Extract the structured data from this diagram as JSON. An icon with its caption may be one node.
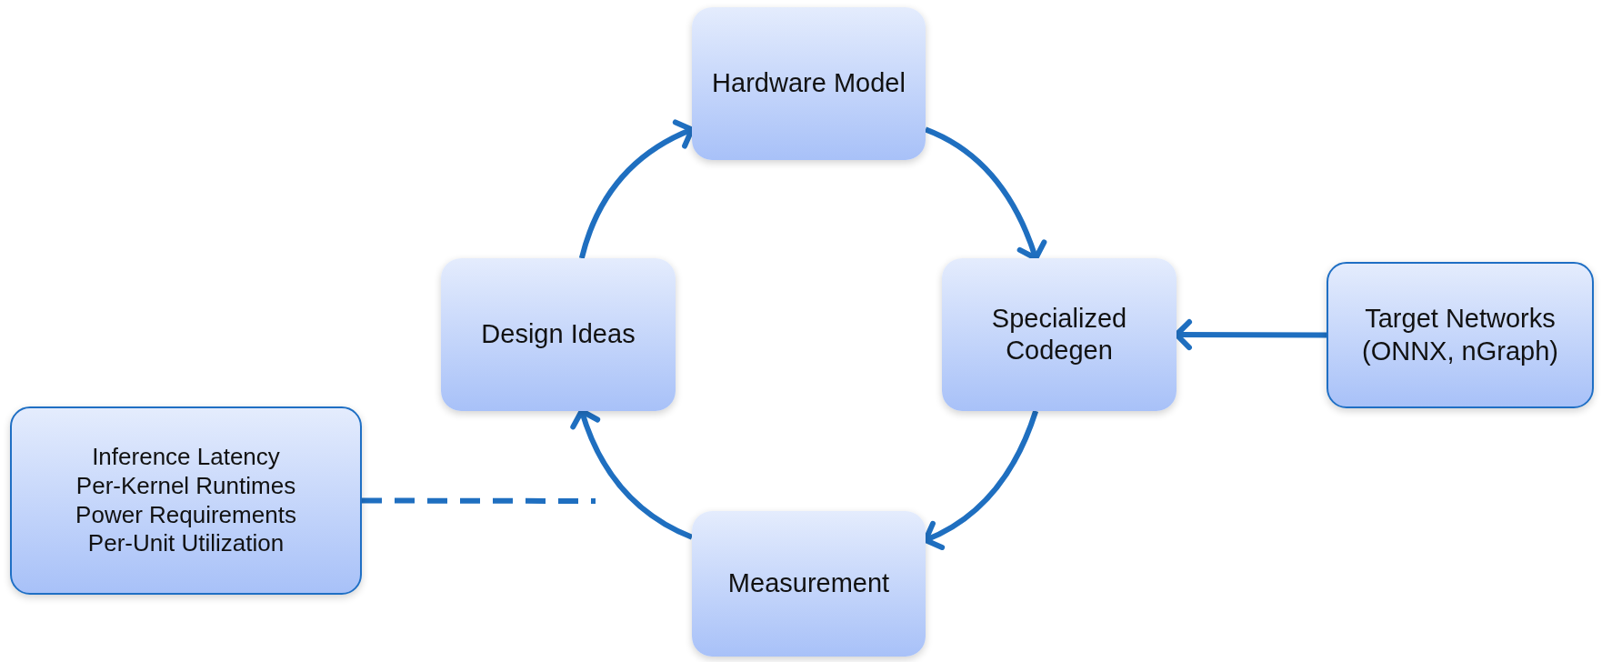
{
  "diagram": {
    "nodes": [
      {
        "text": [
          "Hardware Model"
        ]
      },
      {
        "text": [
          "Design Ideas"
        ]
      },
      {
        "text": [
          "Specialized Codegen"
        ]
      },
      {
        "text": [
          "Target Networks (ONNX, nGraph)"
        ]
      },
      {
        "text": [
          "Measurement"
        ]
      },
      {
        "text": [
          "Inference Latency",
          "Per-Kernel Runtimes",
          "Power Requirements",
          "Per-Unit Utilization"
        ]
      }
    ],
    "edges": [
      {
        "from": 1,
        "to": 0,
        "arrow": "to"
      },
      {
        "from": 0,
        "to": 2,
        "arrow": "to"
      },
      {
        "from": 3,
        "to": 2,
        "arrow": "to"
      },
      {
        "from": 2,
        "to": 4,
        "arrow": "to"
      },
      {
        "from": 4,
        "to": 1,
        "arrow": "to"
      },
      {
        "from": 5,
        "to": null,
        "arrow": "none",
        "style": "dashed"
      }
    ]
  }
}
